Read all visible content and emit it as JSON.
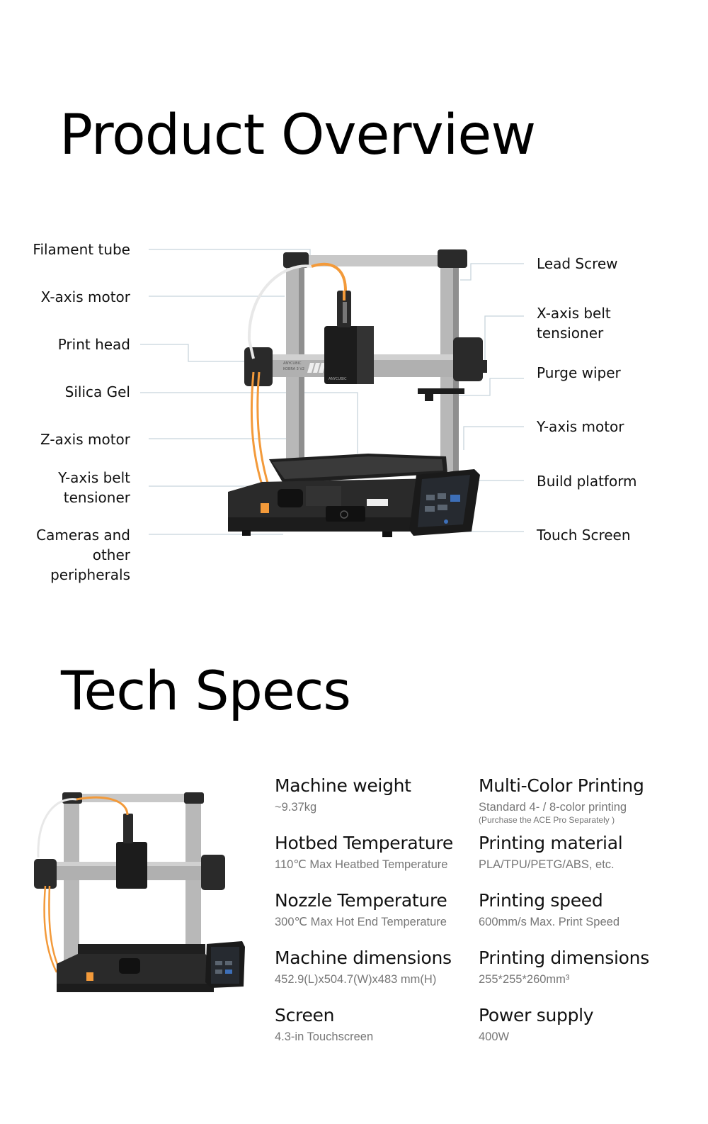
{
  "overview": {
    "title": "Product Overview",
    "left_labels": [
      "Filament tube",
      "X-axis motor",
      "Print head",
      "Silica Gel",
      "Z-axis motor",
      "Y-axis belt\ntensioner",
      "Cameras and\nother\nperipherals"
    ],
    "right_labels": [
      "Lead Screw",
      "X-axis belt\ntensioner",
      "Purge wiper",
      "Y-axis motor",
      "Build platform",
      "Touch Screen"
    ]
  },
  "tech_specs": {
    "title": "Tech Specs",
    "left_column": [
      {
        "name": "Machine weight",
        "value": "~9.37kg"
      },
      {
        "name": "Hotbed Temperature",
        "value": "110℃ Max Heatbed Temperature"
      },
      {
        "name": "Nozzle Temperature",
        "value": "300℃ Max Hot End Temperature"
      },
      {
        "name": "Machine dimensions",
        "value": "452.9(L)x504.7(W)x483 mm(H)"
      },
      {
        "name": "Screen",
        "value": "4.3-in Touchscreen"
      }
    ],
    "right_column": [
      {
        "name": "Multi-Color Printing",
        "value": "Standard 4- / 8-color printing",
        "note": "(Purchase the ACE Pro Separately )"
      },
      {
        "name": "Printing material",
        "value": "PLA/TPU/PETG/ABS, etc."
      },
      {
        "name": "Printing speed",
        "value": "600mm/s Max. Print Speed"
      },
      {
        "name": "Printing dimensions",
        "value": "255*255*260mm³"
      },
      {
        "name": "Power supply",
        "value": "400W"
      }
    ]
  },
  "colors": {
    "frame_silver": "#b8b8b8",
    "frame_dark": "#2a2a2a",
    "filament_orange": "#f39a3a",
    "leader_line": "#c8d4dc",
    "spec_value": "#777777"
  }
}
